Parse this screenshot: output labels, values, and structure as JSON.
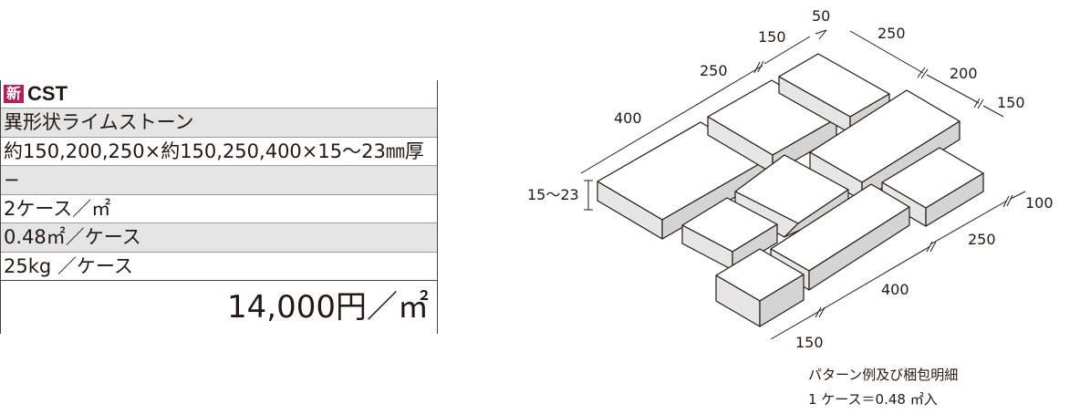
{
  "spec": {
    "badge": "新",
    "code": "CST",
    "rows": [
      "異形状ライムストーン",
      "約150,200,250×約150,250,400×15〜23㎜厚",
      "−",
      "2ケース／㎡",
      "0.48㎡／ケース",
      "25kg ／ケース"
    ],
    "price": "14,000円／㎡"
  },
  "diagram": {
    "dims": {
      "d50": "50",
      "d150a": "150",
      "d250a": "250",
      "d250b": "250",
      "d200": "200",
      "d150b": "150",
      "d400a": "400",
      "d15_23": "15〜23",
      "d100": "100",
      "d250c": "250",
      "d400b": "400",
      "d150c": "150"
    }
  },
  "caption": {
    "line1": "パターン例及び梱包明細",
    "line2": "1 ケース＝0.48 ㎡入"
  },
  "colors": {
    "badge": "#b31f5a",
    "row_shade": "#e5e5e5",
    "top_face": "#ffffff",
    "side_face": "#e6e6e6"
  }
}
